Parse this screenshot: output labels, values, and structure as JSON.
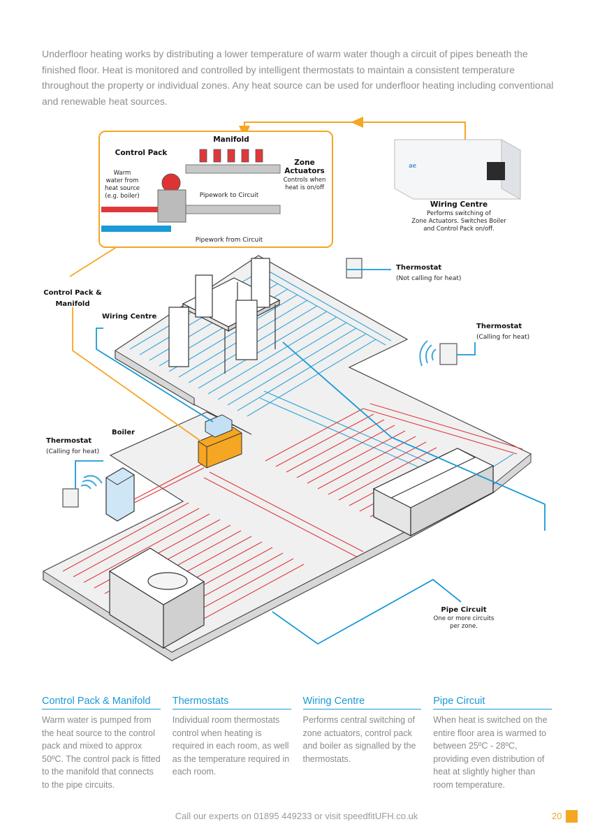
{
  "intro": "Underfloor heating works by distributing a lower temperature of warm water though a circuit of pipes beneath the finished floor. Heat is monitored and controlled by intelligent thermostats to maintain a consistent temperature throughout the property or individual zones. Any heat source can be used for underfloor heating including conventional and renewable heat sources.",
  "inset": {
    "manifold": "Manifold",
    "control_pack": "Control Pack",
    "warm_water": [
      "Warm",
      "water from",
      "heat source",
      "(e.g. boiler)"
    ],
    "zone_actuators": [
      "Zone",
      "Actuators"
    ],
    "zone_desc": [
      "Controls when",
      "heat is on/off"
    ],
    "pipework_to": "Pipework to Circuit",
    "pipework_from": "Pipework from Circuit"
  },
  "wiring_inset": {
    "title": "Wiring Centre",
    "desc": [
      "Performs switching of",
      "Zone Actuators. Switches Boiler",
      "and Control Pack on/off."
    ]
  },
  "labels": {
    "thermostat_top": "Thermostat",
    "thermostat_top_state": "(Not calling for heat)",
    "thermostat_right": "Thermostat",
    "thermostat_right_state": "(Calling for heat)",
    "control_pack_manifold": [
      "Control Pack &",
      "Manifold"
    ],
    "wiring_centre": "Wiring Centre",
    "thermostat_left": "Thermostat",
    "thermostat_left_state": "(Calling for heat)",
    "boiler": "Boiler",
    "pipe_circuit": "Pipe Circuit",
    "pipe_circuit_desc": [
      "One or more circuits",
      "per zone."
    ]
  },
  "columns": [
    {
      "title": "Control Pack & Manifold",
      "body": "Warm water is pumped from the heat source to the control pack and mixed to approx 50ºC. The control pack is fitted to the manifold that connects to the pipe circuits."
    },
    {
      "title": "Thermostats",
      "body": "Individual room thermostats control when heating is required in each room, as well as the temperature required in each room."
    },
    {
      "title": "Wiring Centre",
      "body": "Performs central switching of zone actuators, control pack and boiler as signalled by the thermostats."
    },
    {
      "title": "Pipe Circuit",
      "body": "When heat is switched on the entire floor area is warmed to between 25ºC - 28ºC, providing even distribution of heat at slightly higher than room temperature."
    }
  ],
  "footer": "Call our experts on 01895 449233 or visit speedfitUFH.co.uk",
  "page_number": "20",
  "colors": {
    "accent": "#f5a623",
    "blue": "#1a9ad6",
    "red_pipe": "#e0383a",
    "blue_pipe": "#3ea8dc"
  }
}
